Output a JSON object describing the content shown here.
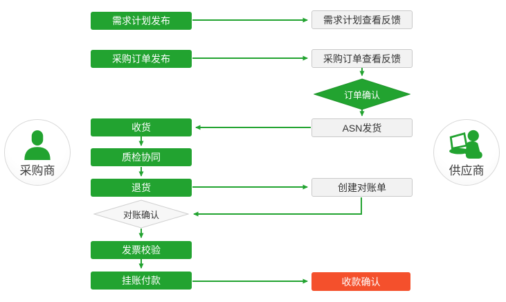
{
  "diagram_type": "flowchart",
  "actors": {
    "buyer": {
      "label": "采购商",
      "icon": "person-icon"
    },
    "supplier": {
      "label": "供应商",
      "icon": "person-laptop-icon"
    }
  },
  "nodes": {
    "demand_plan_publish": {
      "label": "需求计划发布",
      "type": "process",
      "style": "green",
      "owner": "buyer"
    },
    "demand_plan_feedback": {
      "label": "需求计划查看反馈",
      "type": "process",
      "style": "gray",
      "owner": "supplier"
    },
    "po_publish": {
      "label": "采购订单发布",
      "type": "process",
      "style": "green",
      "owner": "buyer"
    },
    "po_feedback": {
      "label": "采购订单查看反馈",
      "type": "process",
      "style": "gray",
      "owner": "supplier"
    },
    "order_confirm": {
      "label": "订单确认",
      "type": "decision",
      "style": "green",
      "owner": "supplier"
    },
    "asn_ship": {
      "label": "ASN发货",
      "type": "process",
      "style": "gray",
      "owner": "supplier"
    },
    "receive": {
      "label": "收货",
      "type": "process",
      "style": "green",
      "owner": "buyer"
    },
    "quality_check": {
      "label": "质检协同",
      "type": "process",
      "style": "green",
      "owner": "buyer"
    },
    "return_goods": {
      "label": "退货",
      "type": "process",
      "style": "green",
      "owner": "buyer"
    },
    "create_statement": {
      "label": "创建对账单",
      "type": "process",
      "style": "gray",
      "owner": "supplier"
    },
    "statement_confirm": {
      "label": "对账确认",
      "type": "decision",
      "style": "light",
      "owner": "buyer"
    },
    "invoice_verify": {
      "label": "发票校验",
      "type": "process",
      "style": "green",
      "owner": "buyer"
    },
    "payment": {
      "label": "挂账付款",
      "type": "process",
      "style": "green",
      "owner": "buyer"
    },
    "receipt_confirm": {
      "label": "收款确认",
      "type": "process",
      "style": "red",
      "owner": "supplier"
    }
  },
  "edges": [
    {
      "from": "demand_plan_publish",
      "to": "demand_plan_feedback"
    },
    {
      "from": "po_publish",
      "to": "po_feedback"
    },
    {
      "from": "po_feedback",
      "to": "order_confirm"
    },
    {
      "from": "order_confirm",
      "to": "asn_ship"
    },
    {
      "from": "asn_ship",
      "to": "receive"
    },
    {
      "from": "receive",
      "to": "quality_check"
    },
    {
      "from": "quality_check",
      "to": "return_goods"
    },
    {
      "from": "return_goods",
      "to": "create_statement"
    },
    {
      "from": "create_statement",
      "to": "statement_confirm"
    },
    {
      "from": "statement_confirm",
      "to": "invoice_verify"
    },
    {
      "from": "invoice_verify",
      "to": "payment"
    },
    {
      "from": "payment",
      "to": "receipt_confirm"
    }
  ],
  "colors": {
    "green": "#22a330",
    "green_dark": "#1d9429",
    "red": "#f4502c",
    "box_gray_bg": "#f2f2f2",
    "box_gray_border": "#c9c9c9",
    "diamond_light_bg": "#f7f7f7",
    "diamond_light_border": "#cfcfcf",
    "text_dark": "#333333",
    "white": "#ffffff"
  }
}
